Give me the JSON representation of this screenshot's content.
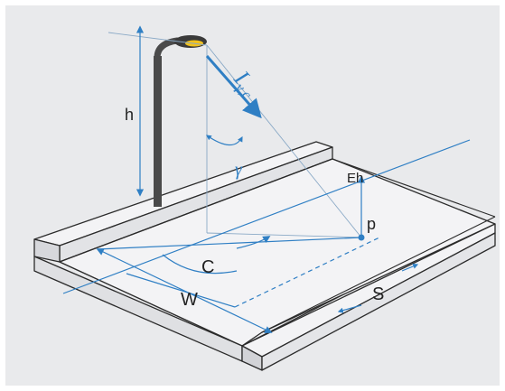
{
  "labels": {
    "h": "h",
    "intensity_main": "I",
    "intensity_sub": "γ,c",
    "gamma": "γ",
    "eh": "Eh",
    "p": "p",
    "c": "C",
    "w": "W",
    "s": "S"
  },
  "colors": {
    "background": "#e9eaec",
    "road_surface": "#f3f3f5",
    "edge_line": "#2b2b2b",
    "construction_blue": "#2f7fc4",
    "pole": "#4a4a4a",
    "lamp_glow": "#f2c21b",
    "label_dark": "#222222"
  }
}
